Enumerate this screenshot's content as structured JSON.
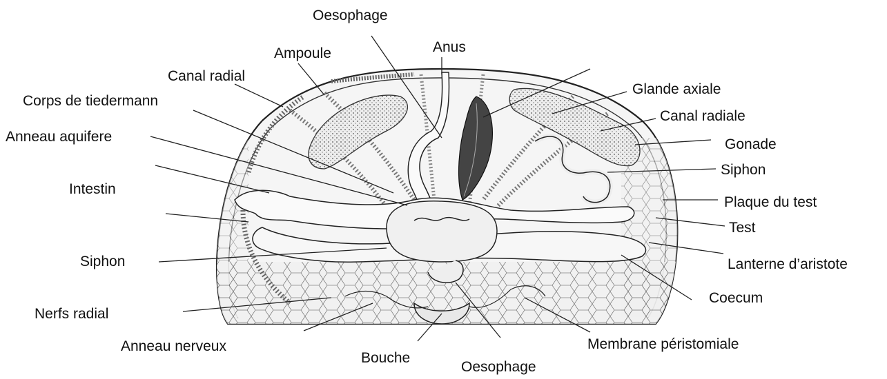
{
  "diagram": {
    "labels": {
      "oesophage_top": "Oesophage",
      "anus": "Anus",
      "ampoule": "Ampoule",
      "canal_radial": "Canal radial",
      "corps_tiedermann": "Corps de tiedermann",
      "anneau_aquifere": "Anneau aquifere",
      "intestin": "Intestin",
      "siphon_left": "Siphon",
      "nerfs_radial": "Nerfs radial",
      "anneau_nerveux": "Anneau nerveux",
      "bouche": "Bouche",
      "oesophage_bottom": "Oesophage",
      "membrane_peristomiale": "Membrane péristomiale",
      "coecum": "Coecum",
      "lanterne_aristote": "Lanterne d’aristote",
      "test": "Test",
      "plaque_test": "Plaque du test",
      "siphon_right": "Siphon",
      "gonade": "Gonade",
      "canal_radiale": "Canal radiale",
      "glande_axiale": "Glande axiale"
    },
    "colors": {
      "outline": "#222222",
      "gonad_fill": "#e6e6e6",
      "gland_fill": "#444444",
      "gut_fill": "#fafafa",
      "body_fill": "#f3f3f3"
    }
  }
}
